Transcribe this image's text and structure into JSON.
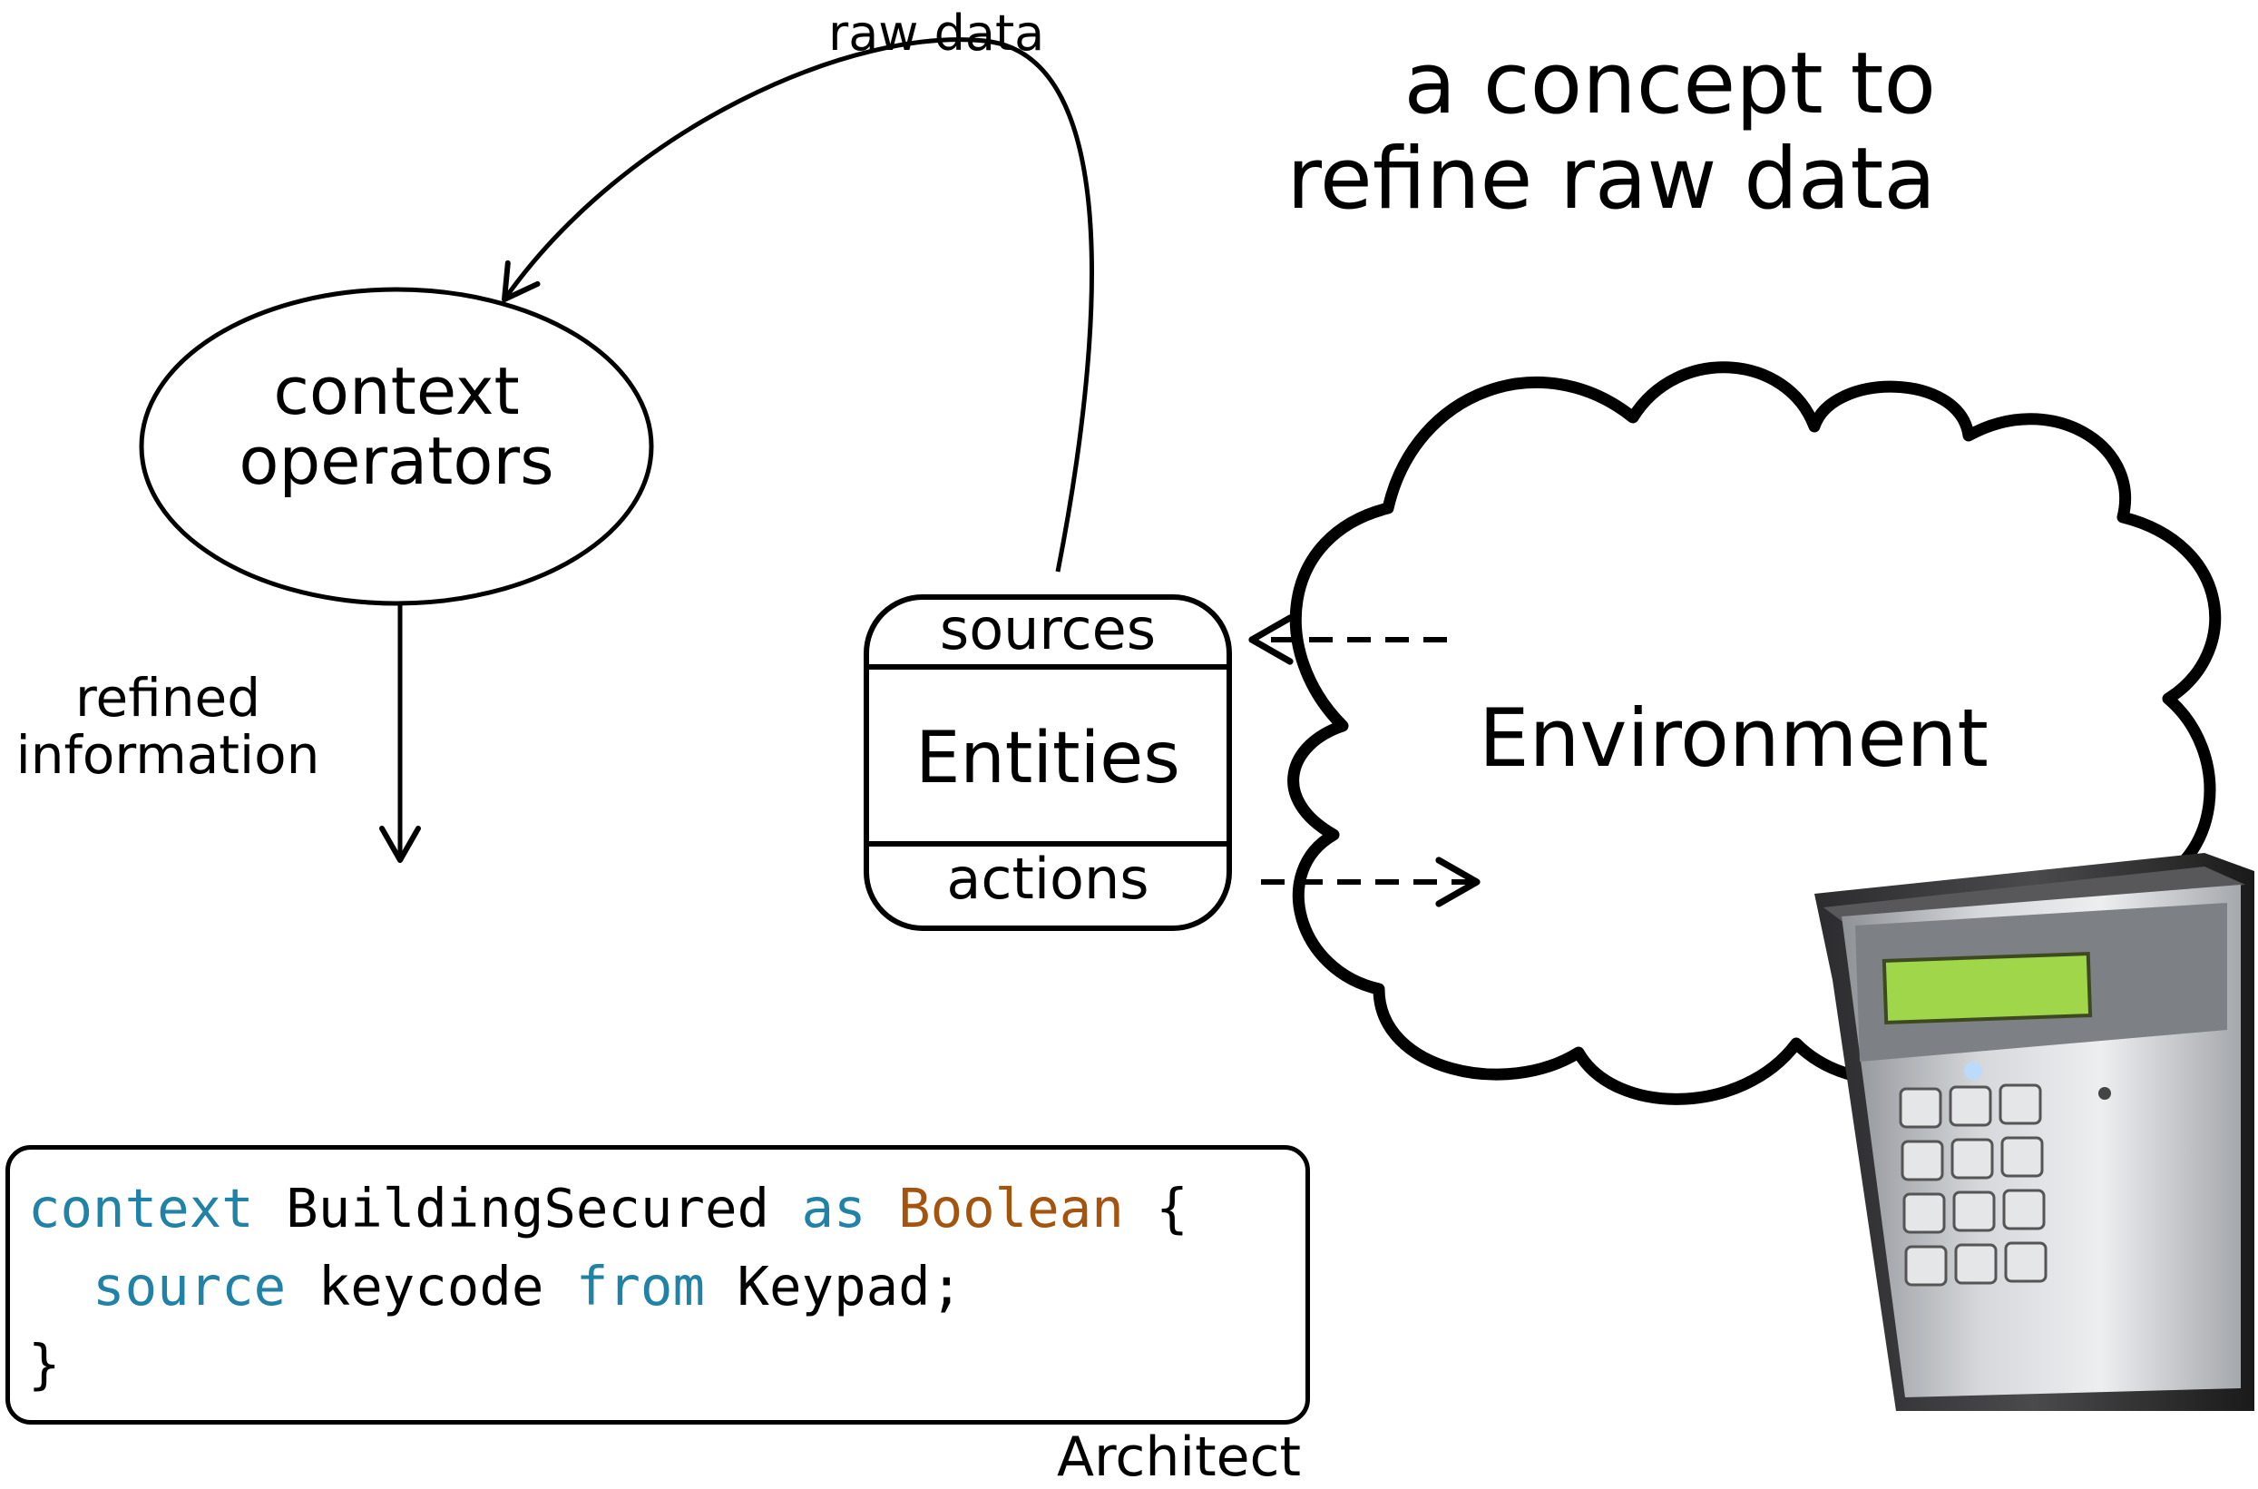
{
  "title": [
    "a concept to",
    "refine raw data"
  ],
  "labels": {
    "raw_data": "raw data",
    "context_operators": [
      "context",
      "operators"
    ],
    "refined_information": [
      "refined",
      "information"
    ],
    "entities": {
      "sources": "sources",
      "name": "Entities",
      "actions": "actions"
    },
    "environment": "Environment",
    "architect": "Architect"
  },
  "code": {
    "line1": {
      "kw1": "context",
      "name": " BuildingSecured ",
      "kw2": "as",
      "type": "Boolean",
      "brace": " {"
    },
    "line2": {
      "kw1": "source",
      "mid": " keycode ",
      "kw2": "from",
      "end": " Keypad;"
    },
    "line3": {
      "close": "}"
    }
  },
  "colors": {
    "keyword": "#1f82a6",
    "type": "#a3550f",
    "architect_icon": "#7fc242",
    "keypad_display": "#9fd64a"
  },
  "icons": [
    "architect-icon",
    "keypad-device-image"
  ]
}
